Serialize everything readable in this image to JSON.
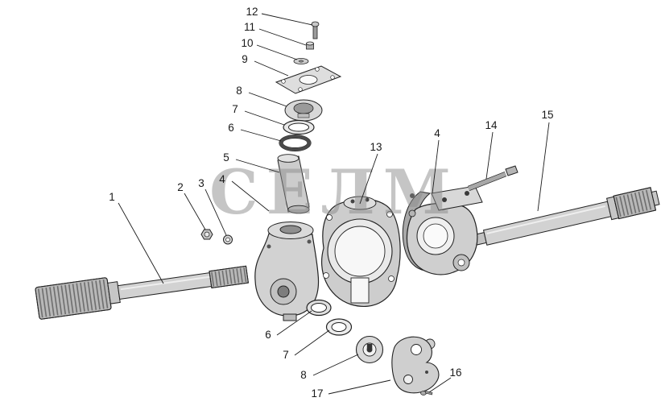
{
  "diagram": {
    "watermark": "СЕЛМ",
    "colors": {
      "background": "#ffffff",
      "line": "#1a1a1a",
      "metal_light": "#d6d6d6",
      "metal_mid": "#c2c2c2",
      "metal_dark": "#9a9a9a",
      "watermark": "#8d8d8d"
    },
    "callouts": [
      {
        "label": "12"
      },
      {
        "label": "11"
      },
      {
        "label": "10"
      },
      {
        "label": "9"
      },
      {
        "label": "8"
      },
      {
        "label": "7"
      },
      {
        "label": "6"
      },
      {
        "label": "5"
      },
      {
        "label": "4"
      },
      {
        "label": "2"
      },
      {
        "label": "3"
      },
      {
        "label": "1"
      },
      {
        "label": "13"
      },
      {
        "label": "4"
      },
      {
        "label": "14"
      },
      {
        "label": "15"
      },
      {
        "label": "6"
      },
      {
        "label": "7"
      },
      {
        "label": "8"
      },
      {
        "label": "17"
      },
      {
        "label": "16"
      }
    ]
  }
}
